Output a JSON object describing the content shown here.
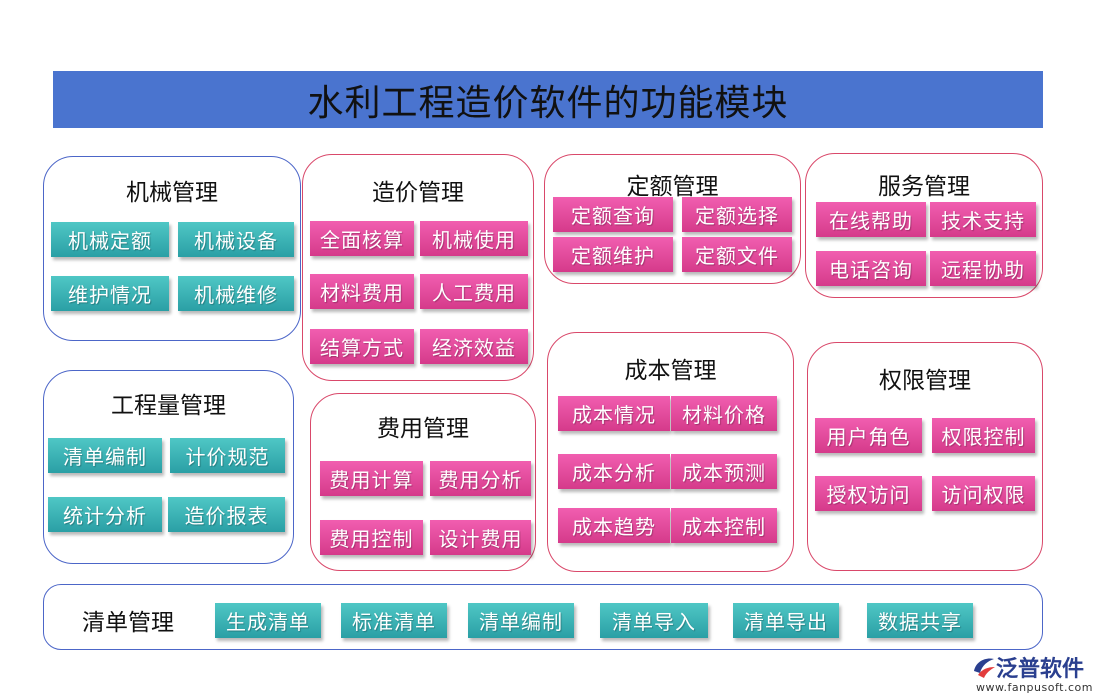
{
  "title": "水利工程造价软件的功能模块",
  "groups": {
    "jixie": {
      "title": "机械管理",
      "items": [
        "机械定额",
        "机械设备",
        "维护情况",
        "机械维修"
      ]
    },
    "zaojia": {
      "title": "造价管理",
      "items": [
        "全面核算",
        "机械使用",
        "材料费用",
        "人工费用",
        "结算方式",
        "经济效益"
      ]
    },
    "dinge": {
      "title": "定额管理",
      "items": [
        "定额查询",
        "定额选择",
        "定额维护",
        "定额文件"
      ]
    },
    "fuwu": {
      "title": "服务管理",
      "items": [
        "在线帮助",
        "技术支持",
        "电话咨询",
        "远程协助"
      ]
    },
    "gongchengliang": {
      "title": "工程量管理",
      "items": [
        "清单编制",
        "计价规范",
        "统计分析",
        "造价报表"
      ]
    },
    "feiyong": {
      "title": "费用管理",
      "items": [
        "费用计算",
        "费用分析",
        "费用控制",
        "设计费用"
      ]
    },
    "chengben": {
      "title": "成本管理",
      "items": [
        "成本情况",
        "材料价格",
        "成本分析",
        "成本预测",
        "成本趋势",
        "成本控制"
      ]
    },
    "quanxian": {
      "title": "权限管理",
      "items": [
        "用户角色",
        "权限控制",
        "授权访问",
        "访问权限"
      ]
    },
    "qingdan": {
      "title": "清单管理",
      "items": [
        "生成清单",
        "标准清单",
        "清单编制",
        "清单导入",
        "清单导出",
        "数据共享"
      ]
    }
  },
  "logo": {
    "brand": "泛普软件",
    "url": "www.fanpusoft.com"
  },
  "colors": {
    "banner": "#4a74cf",
    "teal": "#35adb0",
    "pink": "#e2489a",
    "blue_border": "#4c66c8",
    "red_border": "#d9486a"
  }
}
